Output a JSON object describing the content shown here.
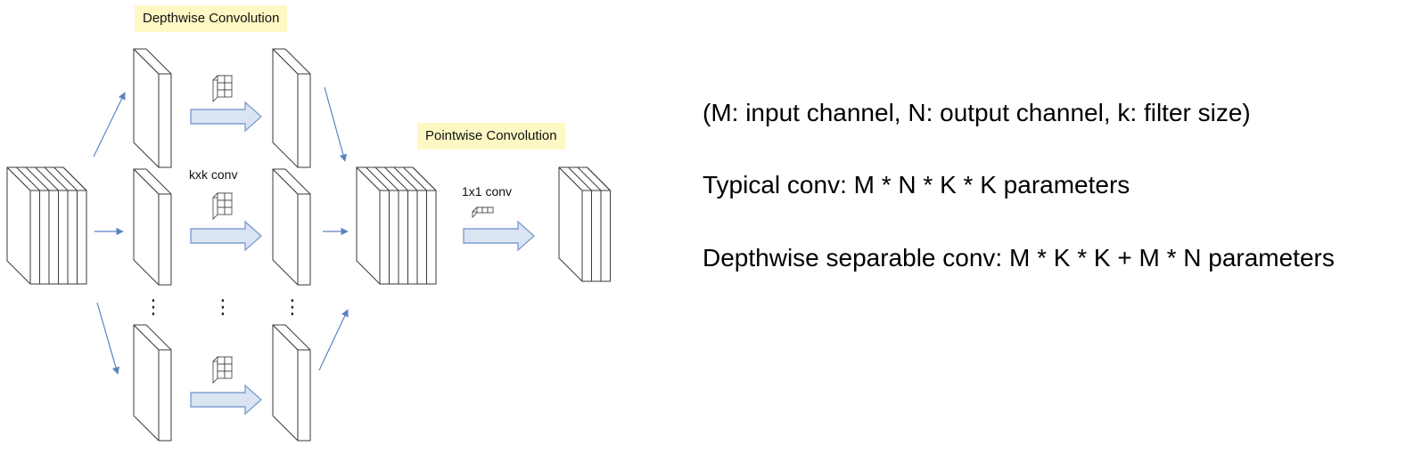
{
  "diagram": {
    "depthwise_label": "Depthwise Convolution",
    "pointwise_label": "Pointwise Convolution",
    "kxk_label": "kxk conv",
    "one_by_one_label": "1x1 conv",
    "ellipsis": "⋮"
  },
  "formulas": {
    "legend": "(M: input channel, N: output channel, k: filter size)",
    "typical": "Typical conv: M * N * K * K parameters",
    "depthwise_separable": "Depthwise separable conv: M * K * K + M * N parameters"
  },
  "colors": {
    "arrow_fill": "#dae4f3",
    "arrow_stroke": "#7f9fce",
    "thin_arrow": "#5b84c4",
    "label_highlight": "#fdf8c4"
  }
}
